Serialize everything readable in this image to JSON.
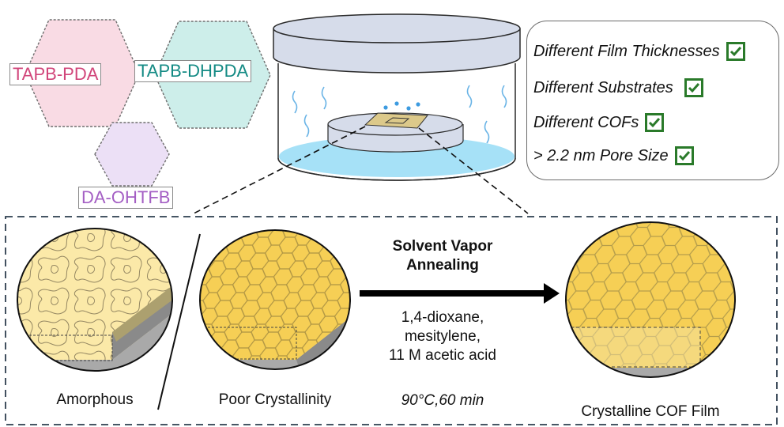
{
  "cofs": [
    {
      "label": "TAPB-PDA",
      "color": "#d1457a",
      "fill": "#f9dbe4"
    },
    {
      "label": "TAPB-DHPDA",
      "color": "#138a84",
      "fill": "#cdeeea"
    },
    {
      "label": "DA-OHTFB",
      "color": "#a45fc4",
      "fill": "#ece0f6"
    }
  ],
  "features": {
    "items": [
      {
        "label": "Different Film Thicknesses",
        "checked": true
      },
      {
        "label": "Different Substrates",
        "checked": true
      },
      {
        "label": "Different COFs",
        "checked": true
      },
      {
        "label": "> 2.2 nm Pore Size",
        "checked": true
      }
    ],
    "check_color": "#2a7a2a"
  },
  "process": {
    "title_line1": "Solvent Vapor",
    "title_line2": "Annealing",
    "conditions": [
      "1,4-dioxane,",
      "mesitylene,",
      "11 M acetic acid"
    ],
    "temperature_time": "90°C,60 min"
  },
  "states": {
    "amorphous": "Amorphous",
    "poor": "Poor Crystallinity",
    "crystalline": "Crystalline COF Film"
  },
  "colors": {
    "film_yellow": "#f5d46a",
    "substrate_gray": "#a9a9a9",
    "jar_fill": "#d6dcea",
    "water": "#a6e1f7",
    "dash_border": "#2d3e4e"
  }
}
